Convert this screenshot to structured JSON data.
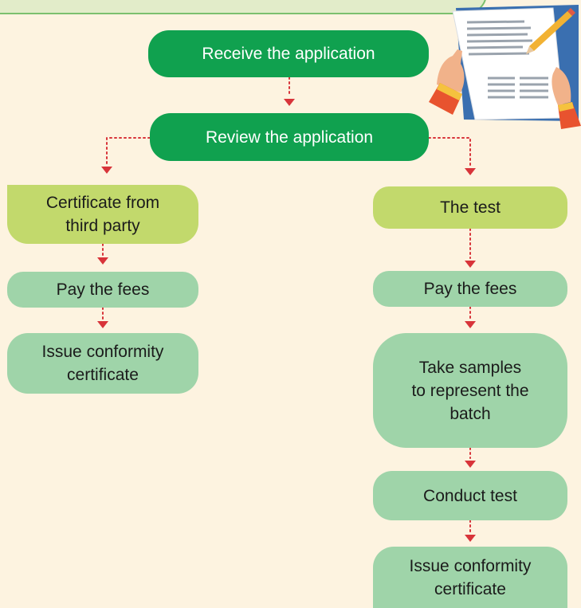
{
  "diagram": {
    "colors": {
      "background": "#fdf3e0",
      "primary_node": "#10a14f",
      "lime_node": "#c2d96c",
      "mint_node": "#9fd4a9",
      "arrow": "#d8343a",
      "banner": "#e2ecc9"
    },
    "nodes": {
      "receive": "Receive the application",
      "review": "Review the application",
      "third_party": "Certificate from\nthird party",
      "pay_left": "Pay the fees",
      "issue_left": "Issue conformity\ncertificate",
      "the_test": "The test",
      "pay_right": "Pay the fees",
      "take_samples": "Take samples\nto represent the\nbatch",
      "conduct_test": "Conduct test",
      "issue_right": "Issue conformity\ncertificate"
    },
    "illustration": "hands-holding-document-with-pencil"
  }
}
